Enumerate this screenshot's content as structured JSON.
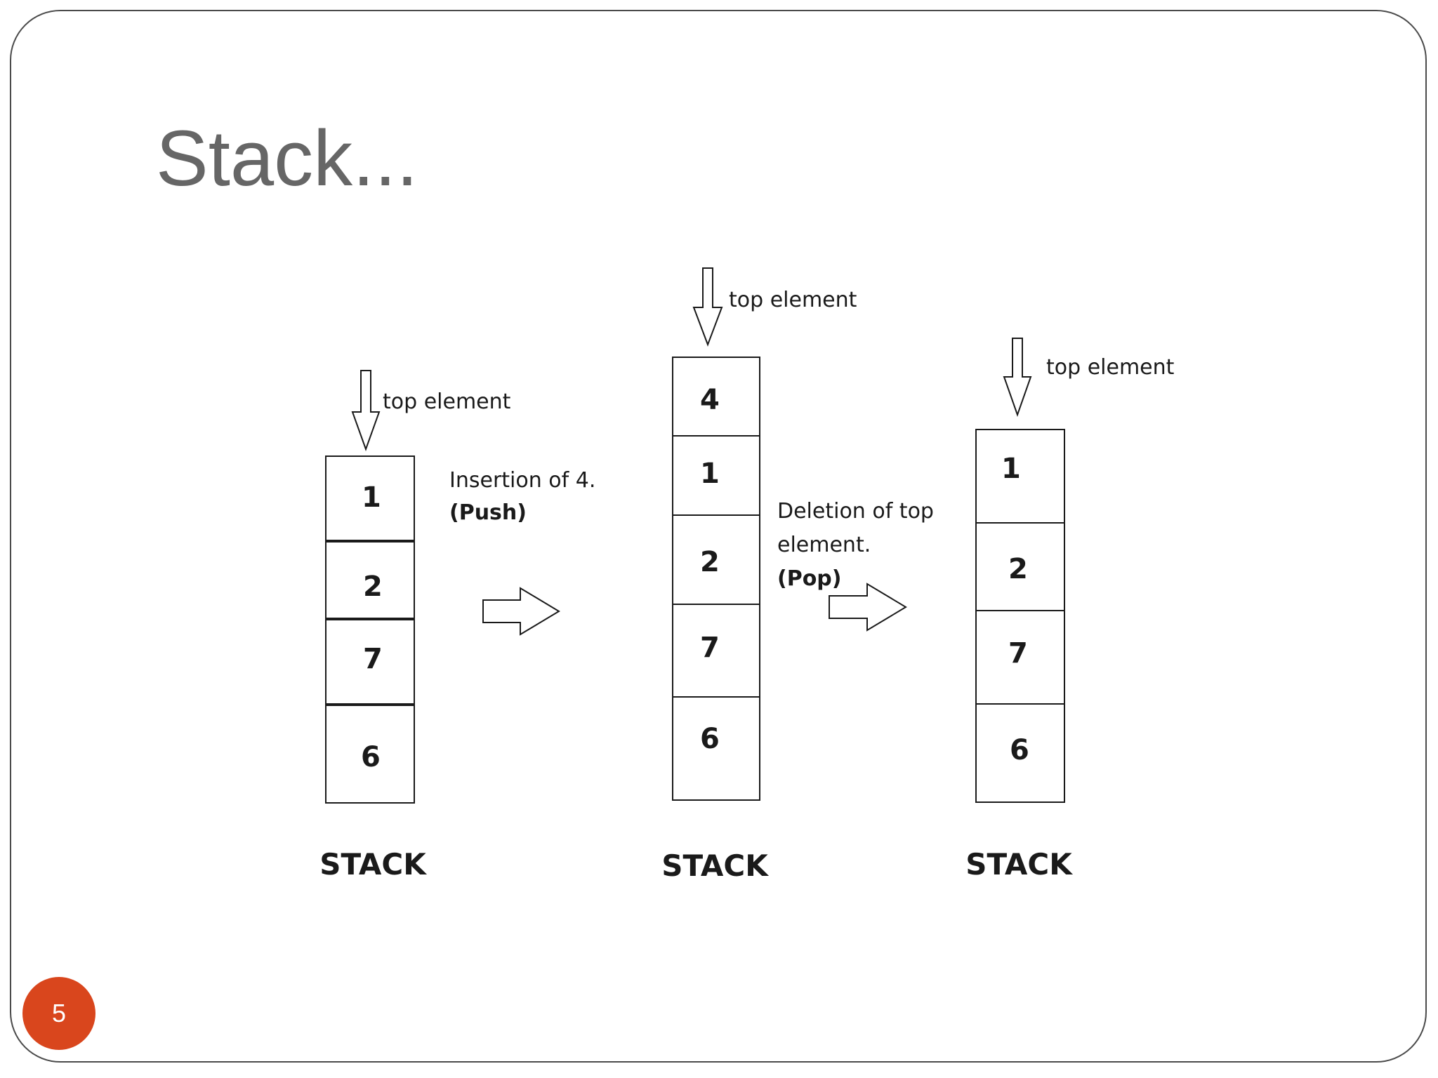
{
  "slide": {
    "title": "Stack...",
    "page_number": "5"
  },
  "diagram": {
    "stack_before": {
      "pointer_label": "top element",
      "items": [
        "1",
        "2",
        "7",
        "6"
      ],
      "caption": "STACK"
    },
    "push_step": {
      "label_line1": "Insertion of 4.",
      "label_line2": "(Push)"
    },
    "stack_after_push": {
      "pointer_label": "top element",
      "items": [
        "4",
        "1",
        "2",
        "7",
        "6"
      ],
      "caption": "STACK"
    },
    "pop_step": {
      "label_line1": "Deletion of top",
      "label_line2": "element.",
      "label_line3": "(Pop)"
    },
    "stack_after_pop": {
      "pointer_label": "top element",
      "items": [
        "1",
        "2",
        "7",
        "6"
      ],
      "caption": "STACK"
    }
  },
  "colors": {
    "title": "#666666",
    "badge": "#d9461d",
    "frame": "#4a4a4a"
  }
}
